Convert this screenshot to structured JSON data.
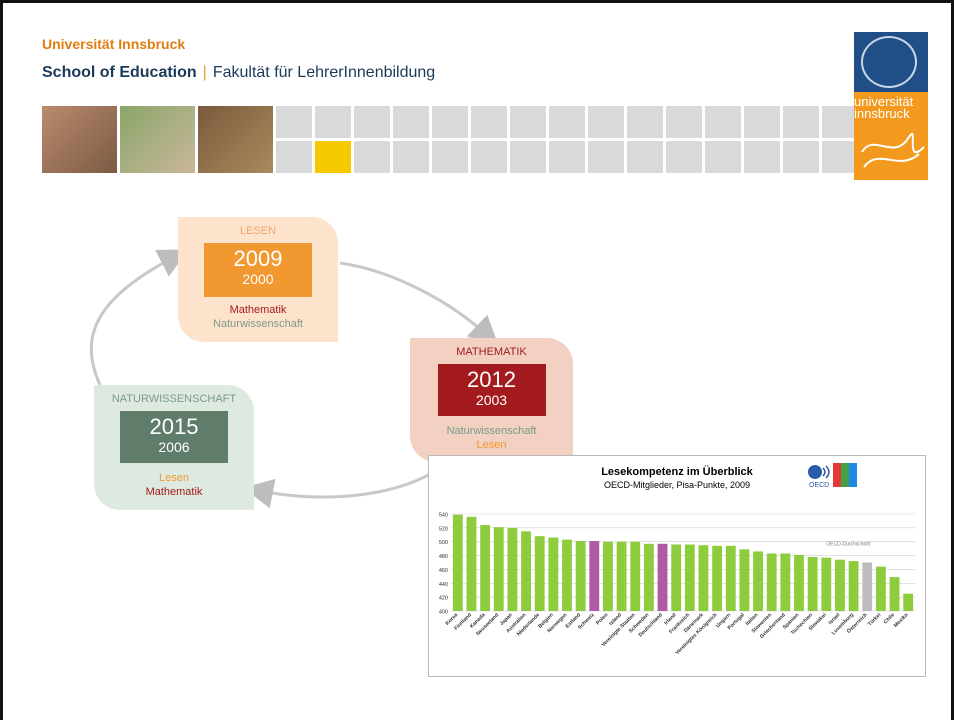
{
  "header": {
    "university": "Universität Innsbruck",
    "school": "School of Education",
    "faculty": "Fakultät für LehrerInnenbildung",
    "logo_line1": "universität",
    "logo_line2": "innsbruck"
  },
  "cycle": {
    "lesen": {
      "subject": "LESEN",
      "year_main": "2009",
      "year_prev": "2000",
      "minor1": "Mathematik",
      "minor2": "Naturwissenschaft"
    },
    "mathematik": {
      "subject": "MATHEMATIK",
      "year_main": "2012",
      "year_prev": "2003",
      "minor1": "Naturwissenschaft",
      "minor2": "Lesen"
    },
    "naturwissenschaft": {
      "subject": "NATURWISSENSCHAFT",
      "year_main": "2015",
      "year_prev": "2006",
      "minor1": "Lesen",
      "minor2": "Mathematik"
    }
  },
  "colors": {
    "orange": "#f29830",
    "dark_red": "#a31b1e",
    "green_gray": "#5f7d6a",
    "bar_green": "#8ccc3d",
    "bar_purple": "#b05aa6",
    "bar_gray": "#bdbdbd",
    "highlight_yellow": "#f5c800"
  },
  "chart_data": {
    "type": "bar",
    "title": "Lesekompetenz im Überblick",
    "subtitle": "OECD-Mitglieder, Pisa-Punkte, 2009",
    "annotation": "OECD-Durchschnitt",
    "ylim": [
      400,
      540
    ],
    "yticks": [
      400,
      420,
      440,
      460,
      480,
      500,
      520,
      540
    ],
    "categories": [
      "Korea",
      "Finnland",
      "Kanada",
      "Neuseeland",
      "Japan",
      "Australien",
      "Niederlande",
      "Belgien",
      "Norwegen",
      "Estland",
      "Schweiz",
      "Polen",
      "Island",
      "Vereinigte Staaten",
      "Schweden",
      "Deutschland",
      "Irland",
      "Frankreich",
      "Dänemark",
      "Vereinigtes Königreich",
      "Ungarn",
      "Portugal",
      "Italien",
      "Slowenien",
      "Griechenland",
      "Spanien",
      "Tschechien",
      "Slowakei",
      "Israel",
      "Luxemburg",
      "Österreich",
      "Türkei",
      "Chile",
      "Mexiko"
    ],
    "values": [
      539,
      536,
      524,
      521,
      520,
      515,
      508,
      506,
      503,
      501,
      501,
      500,
      500,
      500,
      497,
      497,
      496,
      496,
      495,
      494,
      494,
      489,
      486,
      483,
      483,
      481,
      478,
      477,
      474,
      472,
      470,
      464,
      449,
      425
    ],
    "highlight": {
      "Schweiz": "purple",
      "Deutschland": "purple",
      "Österreich": "gray"
    }
  }
}
